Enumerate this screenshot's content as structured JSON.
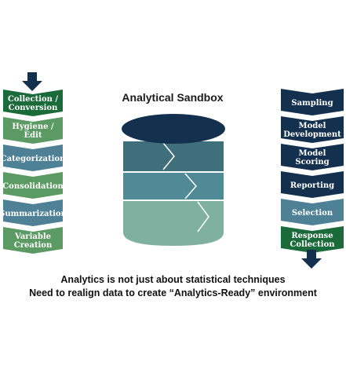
{
  "title": "Analytical Sandbox",
  "left_steps": [
    {
      "label": "Collection /\nConversion",
      "color": "#1a6a3a"
    },
    {
      "label": "Hygiene /\nEdit",
      "color": "#5b9a62"
    },
    {
      "label": "Categorization",
      "color": "#4f8196"
    },
    {
      "label": "Consolidation",
      "color": "#5b9a62"
    },
    {
      "label": "Summarization",
      "color": "#4f8196"
    },
    {
      "label": "Variable\nCreation",
      "color": "#5b9a62"
    }
  ],
  "right_steps": [
    {
      "label": "Sampling",
      "color": "#14304f"
    },
    {
      "label": "Model\nDevelopment",
      "color": "#14304f"
    },
    {
      "label": "Model Scoring",
      "color": "#14304f"
    },
    {
      "label": "Reporting",
      "color": "#14304f"
    },
    {
      "label": "Selection",
      "color": "#4f8196"
    },
    {
      "label": "Response\nCollection",
      "color": "#1a6a3a"
    }
  ],
  "colors": {
    "top_arrow": "#14304f",
    "bottom_arrow": "#14304f",
    "cylinder_top": "#14304f",
    "band1": "#3f6f7a",
    "band2": "#4f8a96",
    "band3": "#7fb0a0"
  },
  "captions": [
    "Analytics is not just about statistical techniques",
    "Need to realign data to create “Analytics-Ready” environment"
  ]
}
